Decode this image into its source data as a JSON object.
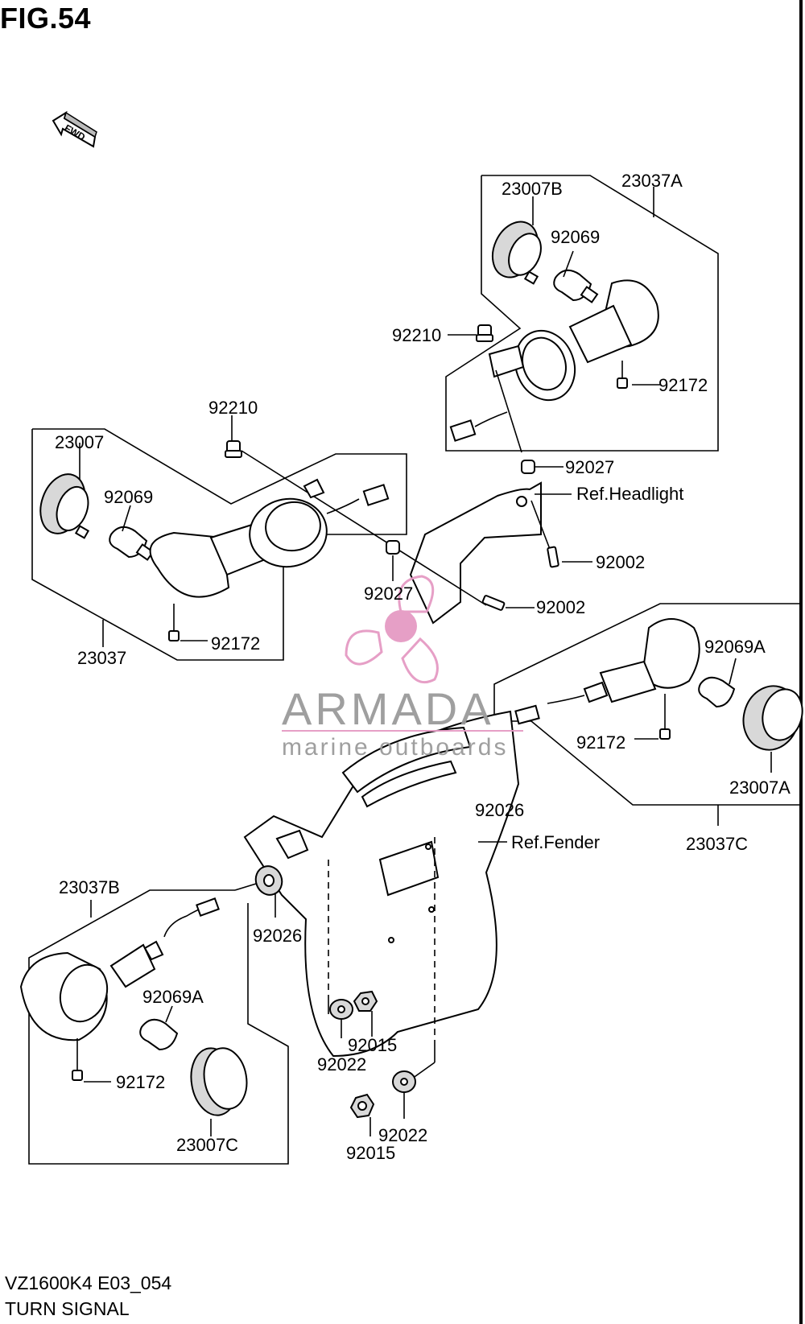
{
  "figure": {
    "title": "FIG.54"
  },
  "direction_indicator": {
    "label": "FWD",
    "icon": "forward-arrow-icon"
  },
  "watermark": {
    "brand": "ARMADA",
    "tagline": "marine outboards",
    "icon": "propeller-logo-icon",
    "color": "#e59ac4"
  },
  "callouts": {
    "c23007B": "23007B",
    "c23037A": "23037A",
    "c92069_top": "92069",
    "c92210_top": "92210",
    "c92172_top": "92172",
    "c92027_top": "92027",
    "c_ref_headlight": "Ref.Headlight",
    "c92002_a": "92002",
    "c92210_left": "92210",
    "c23007": "23007",
    "c92069_left": "92069",
    "c92027_mid": "92027",
    "c92002_b": "92002",
    "c23037": "23037",
    "c92172_left": "92172",
    "c92069A_right": "92069A",
    "c92172_right": "92172",
    "c23007A": "23007A",
    "c92026_right": "92026",
    "c23037C": "23037C",
    "c_ref_fender": "Ref.Fender",
    "c23037B": "23037B",
    "c92026_left": "92026",
    "c92069A_left": "92069A",
    "c92172_bl": "92172",
    "c23007C": "23007C",
    "c92015_a": "92015",
    "c92022_a": "92022",
    "c92022_b": "92022",
    "c92015_b": "92015"
  },
  "footer": {
    "code": "VZ1600K4 E03_054",
    "name": "TURN SIGNAL"
  }
}
